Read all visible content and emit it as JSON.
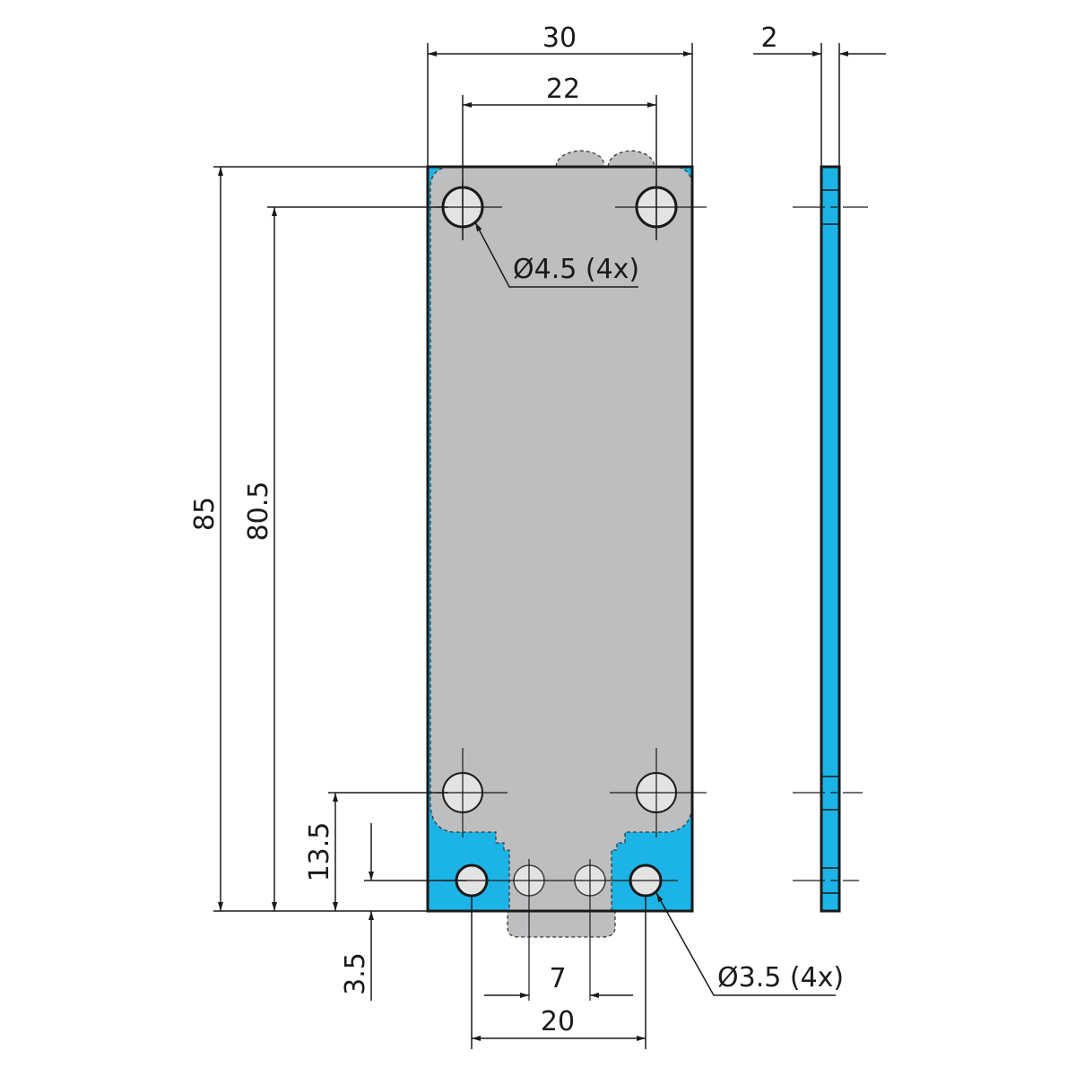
{
  "colors": {
    "plate_fill": "#1cb4e6",
    "sensor_fill": "#bdbec0",
    "hole_fill": "#e2e3e4",
    "line": "#1a1a1a"
  },
  "dimensions": {
    "overall_width": "30",
    "upper_hole_spacing": "22",
    "thickness": "2",
    "overall_height": "85",
    "upper_to_lower_holes": "80.5",
    "lower_hole_offset": "13.5",
    "edge_offset": "3.5",
    "inner_hole_spacing": "7",
    "lower_hole_spacing": "20"
  },
  "callouts": {
    "upper_holes": "Ø4.5 (4x)",
    "lower_holes": "Ø3.5 (4x)"
  }
}
